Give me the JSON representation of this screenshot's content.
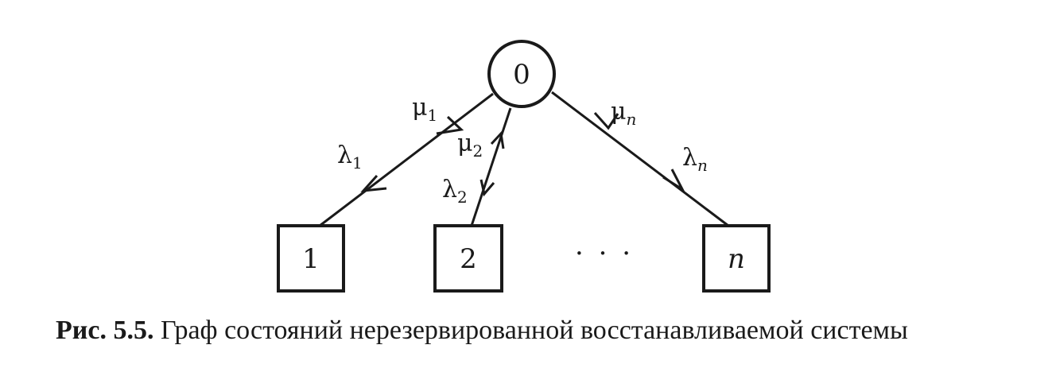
{
  "diagram": {
    "center_node": {
      "label": "0"
    },
    "leaf_nodes": [
      {
        "label": "1"
      },
      {
        "label": "2"
      },
      {
        "label": "n"
      }
    ],
    "ellipsis": "· · ·",
    "edges": [
      {
        "to": "1",
        "up_rate": {
          "symbol": "μ",
          "sub": "1"
        },
        "down_rate": {
          "symbol": "λ",
          "sub": "1"
        }
      },
      {
        "to": "2",
        "up_rate": {
          "symbol": "μ",
          "sub": "2"
        },
        "down_rate": {
          "symbol": "λ",
          "sub": "2"
        }
      },
      {
        "to": "n",
        "up_rate": {
          "symbol": "μ",
          "sub": "n"
        },
        "down_rate": {
          "symbol": "λ",
          "sub": "n"
        }
      }
    ]
  },
  "caption": {
    "figure_number": "Рис. 5.5.",
    "text": " Граф состояний нерезервированной восстанавливаемой системы"
  }
}
